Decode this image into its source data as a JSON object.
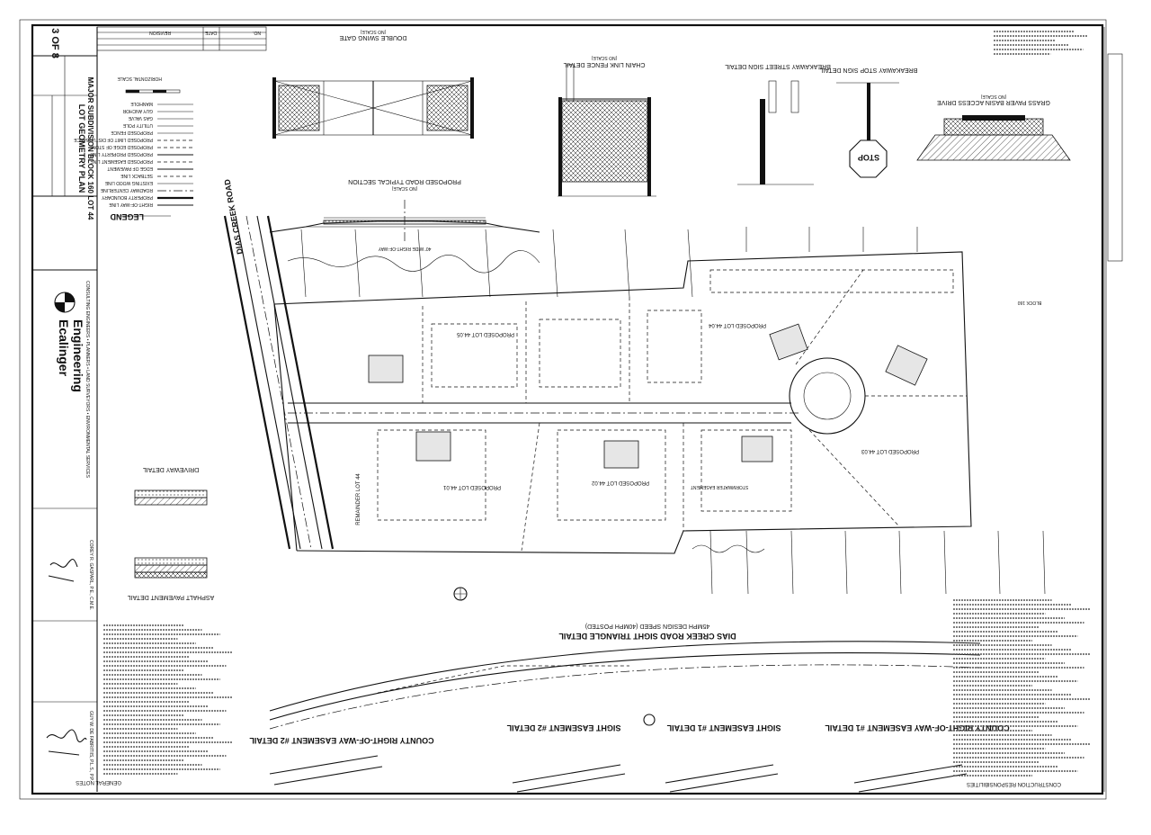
{
  "sheet": {
    "number": "3 OF 8",
    "title_line1": "LOT GEOMETRY PLAN",
    "title_line2": "MAJOR SUBDIVISION BLOCK 160 LOT 44"
  },
  "firm": {
    "name_line1": "Engineering",
    "name_line2": "Ecalinger",
    "services": "CONSULTING ENGINEERS • PLANNERS • LAND SURVEYORS • ENVIRONMENTAL SERVICES"
  },
  "legend": {
    "title": "LEGEND",
    "items": [
      "RIGHT-OF-WAY LINE",
      "PROPERTY BOUNDARY",
      "ROADWAY CENTERLINE",
      "EXISTING WOOD LINE",
      "SETBACK LINE",
      "EDGE OF PAVEMENT",
      "PROPOSED EASEMENT LINE",
      "PROPOSED PROPERTY LINE",
      "PROPOSED EDGE OF STONE",
      "PROPOSED LIMIT OF DISTURBANCE",
      "PROPOSED FENCE",
      "UTILITY POLE",
      "GAS VALVE",
      "GUY ANCHOR",
      "MANHOLE"
    ],
    "scale_label": "HORIZONTAL SCALE"
  },
  "details": {
    "sight_triangle": "DIAS CREEK ROAD SIGHT TRIANGLE DETAIL",
    "sight_triangle_sub": "45MPH DESIGN SPEED (40MPH POSTED)",
    "row_easement_1": "COUNTY RIGHT-OF-WAY EASEMENT #1 DETAIL",
    "row_easement_2": "COUNTY RIGHT-OF-WAY EASEMENT #2 DETAIL",
    "sight_easement_1": "SIGHT EASEMENT #1 DETAIL",
    "sight_easement_2": "SIGHT EASEMENT #2 DETAIL",
    "road_section": "PROPOSED ROAD TYPICAL SECTION",
    "double_gate": "DOUBLE SWING GATE",
    "chain_fence": "CHAIN LINK FENCE DETAIL",
    "stop_sign": "BREAKAWAY STOP SIGN DETAIL",
    "street_sign": "BREAKAWAY STREET SIGN DETAIL",
    "basin_drive": "GRASS PAVER BASIN ACCESS DRIVE",
    "asphalt": "ASPHALT PAVEMENT DETAIL",
    "driveway": "DRIVEWAY DETAIL",
    "stop_text": "STOP",
    "not_to_scale": "(NO SCALE)"
  },
  "plan": {
    "road_name": "DIAS CREEK ROAD",
    "lots": [
      "PROPOSED LOT 44.01",
      "PROPOSED LOT 44.02",
      "PROPOSED LOT 44.03",
      "PROPOSED LOT 44.04",
      "PROPOSED LOT 44.05",
      "REMAINDER LOT 44"
    ],
    "stormwater": "STORMWATER EASEMENT",
    "row_label": "40' WIDE RIGHT-OF-WAY",
    "block": "BLOCK 160"
  },
  "notes": {
    "title": "GENERAL NOTES",
    "right_title": "CONSTRUCTION RESPONSIBILITIES"
  },
  "signatures": {
    "engineer": "COREY R. GASPARL, P.E., C.M.E.",
    "planner": "GUY W. DE FABRITIIS, P.L.S., P.P."
  },
  "revisions": {
    "headers": [
      "NO.",
      "DATE",
      "REVISION"
    ]
  }
}
